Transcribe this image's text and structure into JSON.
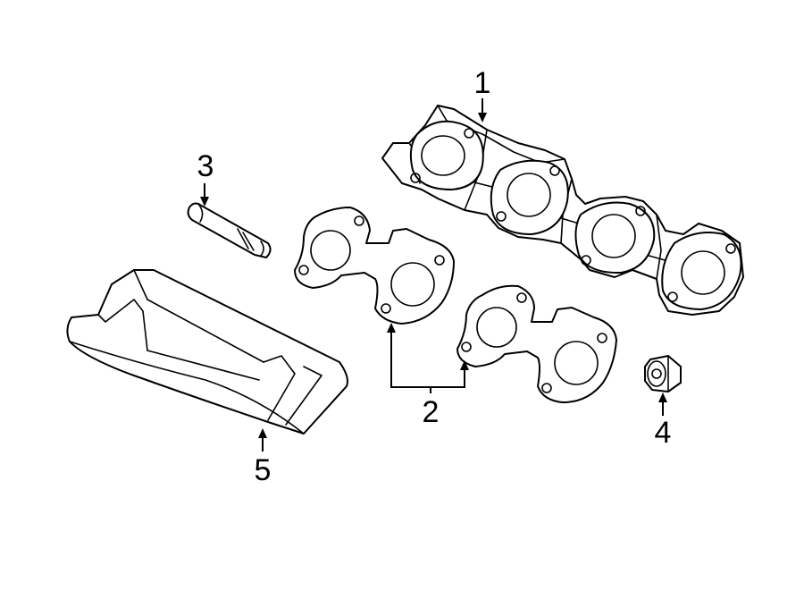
{
  "callouts": [
    {
      "id": "1",
      "text": "1"
    },
    {
      "id": "2",
      "text": "2"
    },
    {
      "id": "3",
      "text": "3"
    },
    {
      "id": "4",
      "text": "4"
    },
    {
      "id": "5",
      "text": "5"
    }
  ]
}
